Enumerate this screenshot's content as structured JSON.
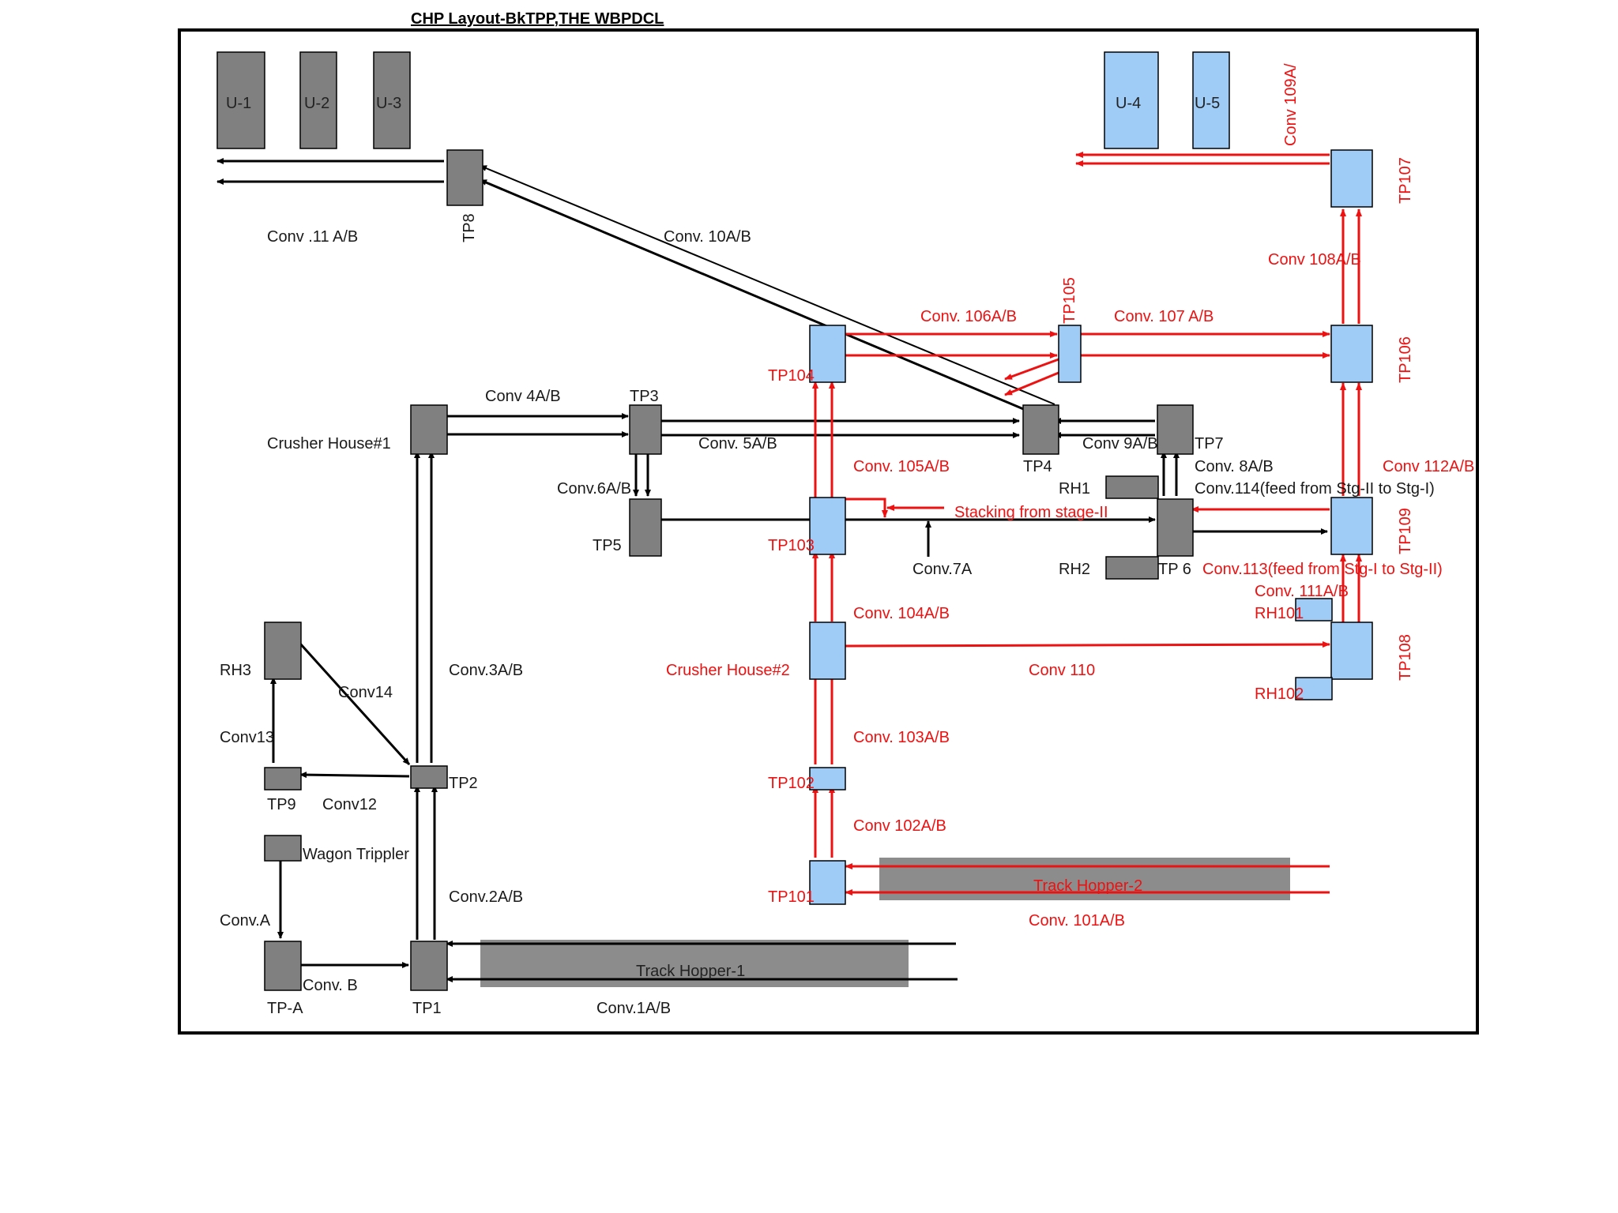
{
  "title": "CHP Layout-BkTPP,THE WBPDCL",
  "colors": {
    "black_stage": "#808080",
    "red_stage": "#9fcbf7",
    "black_line": "#000000",
    "red_line": "#ee1111",
    "hopper": "#8c8c8c"
  },
  "labels": {
    "u1": "U-1",
    "u2": "U-2",
    "u3": "U-3",
    "u4": "U-4",
    "u5": "U-5",
    "tp8": "TP8",
    "tp105": "TP105",
    "tp106": "TP106",
    "tp107": "TP107",
    "tp108": "TP108",
    "tp109": "TP109",
    "conv109": "Conv 109A/",
    "conv11": "Conv .11 A/B",
    "conv10": "Conv. 10A/B",
    "conv106": "Conv. 106A/B",
    "conv107": "Conv. 107 A/B",
    "conv108": "Conv 108A/B",
    "tp104": "TP104",
    "conv4": "Conv 4A/B",
    "tp3": "TP3",
    "crusher1": "Crusher House#1",
    "conv5": "Conv. 5A/B",
    "tp4": "TP4",
    "conv9": "Conv 9A/B",
    "tp7": "TP7",
    "conv8": "Conv. 8A/B",
    "conv105": "Conv. 105A/B",
    "conv112": "Conv 112A/B",
    "rh1": "RH1",
    "conv114": "Conv.114(feed from Stg-II to Stg-I)",
    "conv6": "Conv.6A/B",
    "stacking": "Stacking from stage-II",
    "tp5": "TP5",
    "tp103": "TP103",
    "conv7a": "Conv.7A",
    "rh2": "RH2",
    "tp6": "TP 6",
    "conv113": "Conv.113(feed from Stg-I to Stg-II)",
    "conv111": "Conv. 111A/B",
    "rh101": "RH101",
    "conv104": "Conv. 104A/B",
    "rh3": "RH3",
    "conv3": "Conv.3A/B",
    "crusher2": "Crusher House#2",
    "conv110": "Conv 110",
    "conv14": "Conv14",
    "rh102": "RH102",
    "conv13": "Conv13",
    "conv103": "Conv. 103A/B",
    "tp2": "TP2",
    "tp102": "TP102",
    "tp9": "TP9",
    "conv12": "Conv12",
    "conv102": "Conv 102A/B",
    "wagon": "Wagon Trippler",
    "conv2": "Conv.2A/B",
    "hopper2": "Track Hopper-2",
    "tp101": "TP101",
    "conva": "Conv.A",
    "conv101": "Conv. 101A/B",
    "hopper1": "Track Hopper-1",
    "convb": "Conv. B",
    "tpa": "TP-A",
    "tp1": "TP1",
    "conv1": "Conv.1A/B"
  }
}
